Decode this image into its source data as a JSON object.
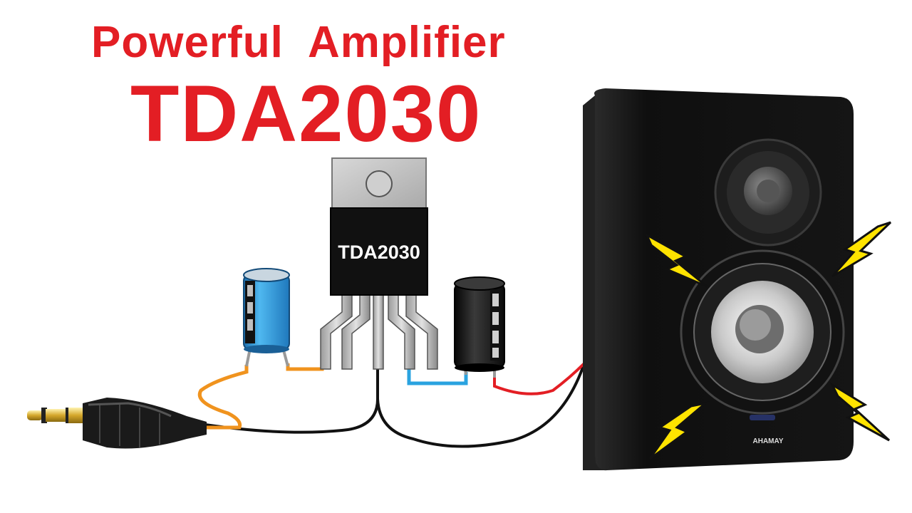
{
  "title": {
    "line1": "Powerful  Amplifier",
    "line2": "TDA2030"
  },
  "chip": {
    "label": "TDA2030"
  },
  "speaker": {
    "brand": "AHAMAY"
  },
  "colors": {
    "title_red": "#e31e24",
    "wire_orange": "#f0931e",
    "wire_blue": "#2aa3e0",
    "wire_red": "#e31e24",
    "wire_black": "#111111",
    "capacitor_blue": "#2b9ad8",
    "lightning_yellow": "#ffe300"
  },
  "icons": {
    "jack": "audio-jack-3.5mm-icon",
    "chip": "ic-chip-to220-icon",
    "capacitor": "electrolytic-capacitor-icon",
    "speaker": "speaker-icon",
    "lightning": "lightning-bolt-icon"
  }
}
